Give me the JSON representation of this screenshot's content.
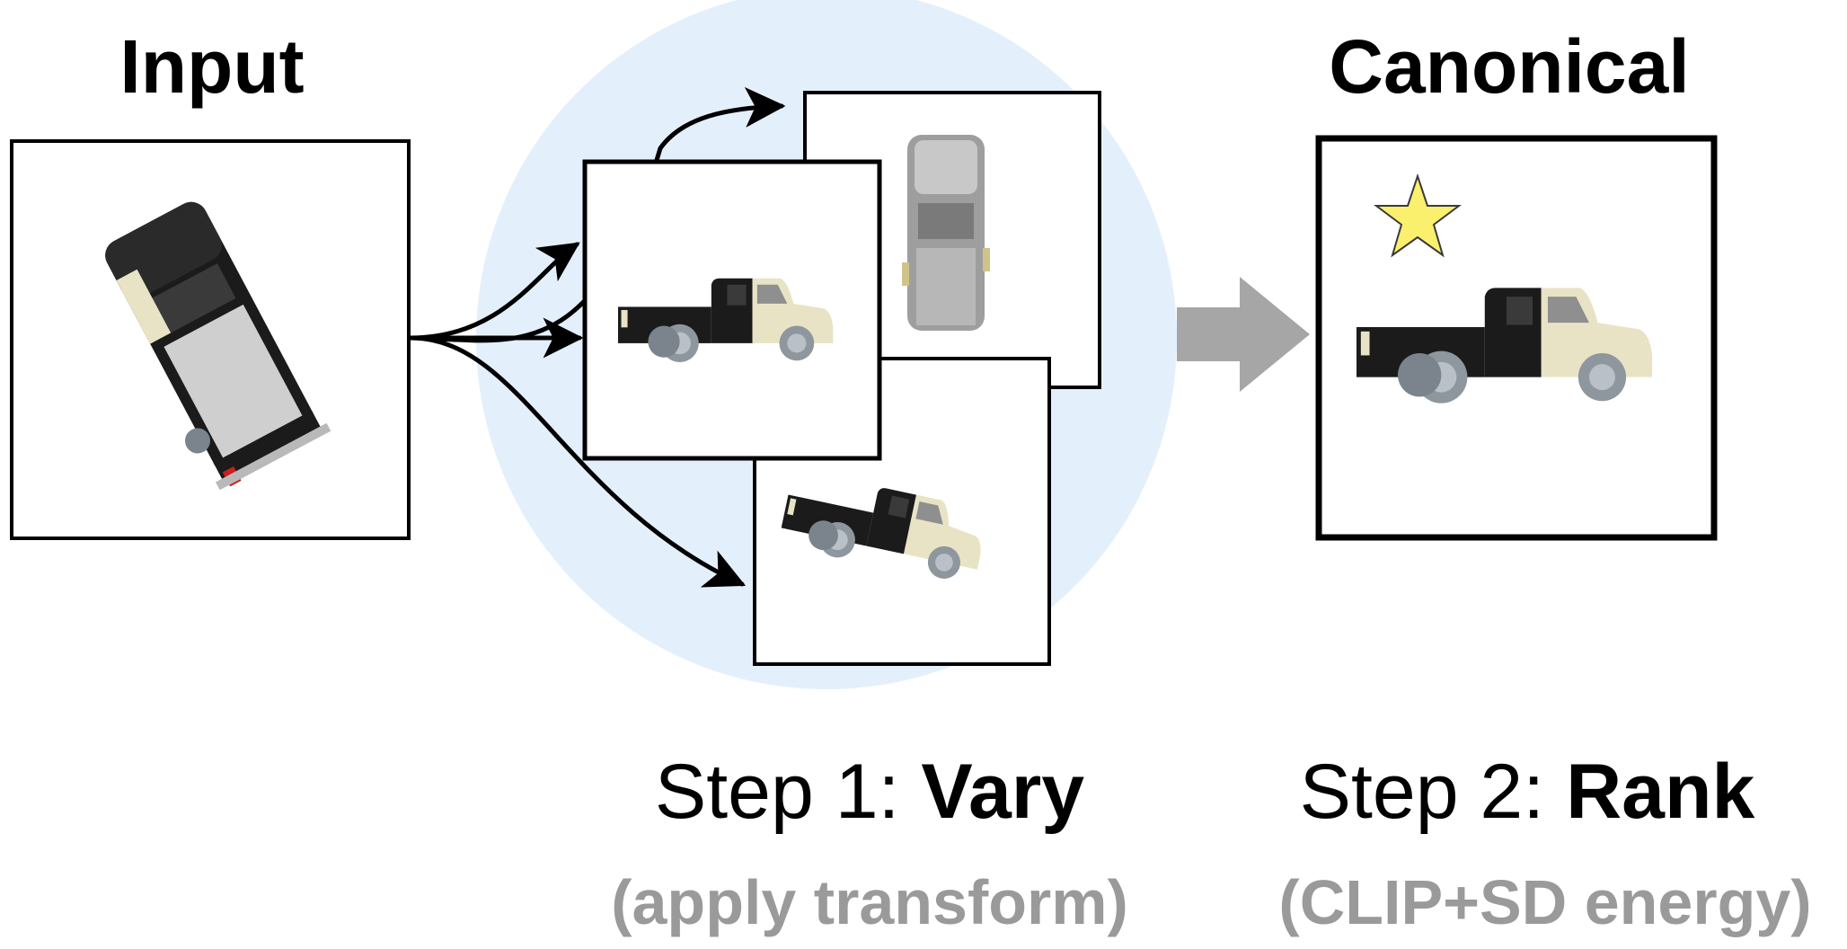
{
  "labels": {
    "input": "Input",
    "canonical": "Canonical"
  },
  "steps": [
    {
      "prefix": "Step 1: ",
      "name": "Vary",
      "detail": "(apply transform)"
    },
    {
      "prefix": "Step 2: ",
      "name": "Rank",
      "detail": "(CLIP+SD energy)"
    }
  ],
  "colors": {
    "circle_bg": "#e3f0fc",
    "big_arrow": "#a6a6a6",
    "star": "#faf06e",
    "subtitle": "#9a9a9a",
    "truck_black": "#1b1b1b",
    "truck_cream": "#e9e3c6"
  },
  "icons": {
    "star": "star-icon",
    "truck": "pickup-truck-icon",
    "arrow": "right-arrow-icon"
  }
}
